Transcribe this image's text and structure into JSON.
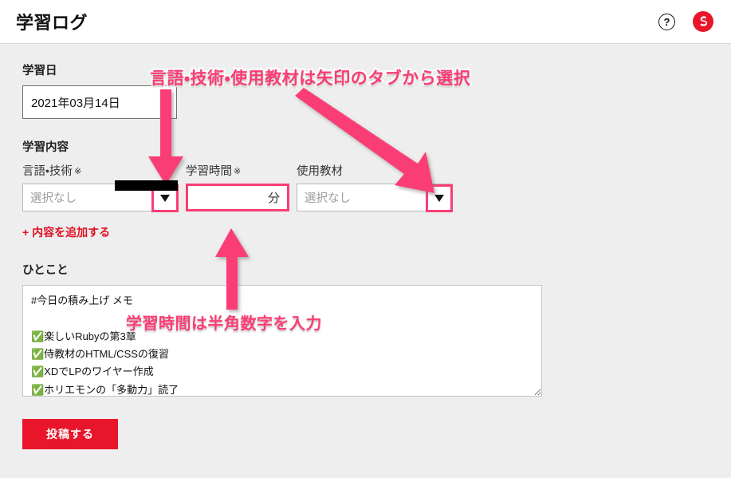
{
  "header": {
    "title": "学習ログ",
    "help_icon": "question-mark-circle-icon",
    "help_label": "?",
    "brand_icon": "brand-logo-icon"
  },
  "form": {
    "study_date": {
      "label": "学習日",
      "value": "2021年03月14日"
    },
    "study_content": {
      "label": "学習内容",
      "language": {
        "label": "言語・技術",
        "required_mark": "※",
        "placeholder": "選択なし",
        "caret": "▼"
      },
      "time": {
        "label": "学習時間",
        "required_mark": "※",
        "value": "",
        "placeholder": "",
        "unit": "分"
      },
      "material": {
        "label": "使用教材",
        "required_mark": "",
        "placeholder": "選択なし",
        "caret": "▼"
      },
      "add_link": "+ 内容を追加する"
    },
    "memo": {
      "label": "ひとこと",
      "value": "#今日の積み上げ メモ\n\n✅楽しいRubyの第3章\n✅侍教材のHTML/CSSの復習\n✅XDでLPのワイヤー作成\n✅ホリエモンの「多動力」読了"
    },
    "submit_label": "投稿する"
  },
  "annotations": [
    {
      "id": "annotation-select-tabs",
      "text": "言語・技術・使用教材は矢印のタブから選択"
    },
    {
      "id": "annotation-halfwidth-digits",
      "text": "学習時間は半角数字を入力"
    }
  ],
  "colors": {
    "accent_pink": "#fb3d74",
    "brand_red": "#e8152b",
    "link_red": "#e01022",
    "page_background": "#eeeeee",
    "header_background": "#ffffff"
  }
}
